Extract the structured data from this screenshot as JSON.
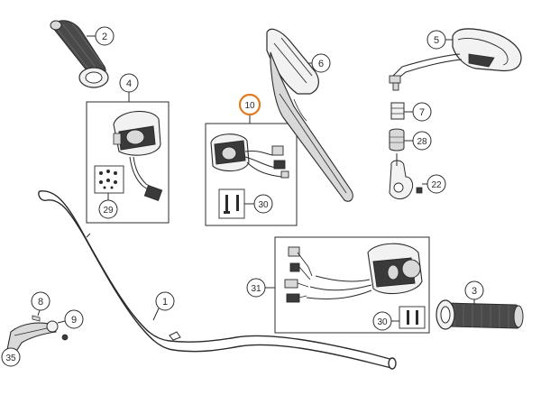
{
  "colors": {
    "line": "#2b2b2b",
    "fill_light": "#f2f2f2",
    "fill_mid": "#d9d9d9",
    "fill_dark": "#3a3a3a",
    "grip": "#4a4a4a",
    "highlight": "#e07a1f",
    "bubble_fill": "#ffffff"
  },
  "callouts": {
    "c1": "1",
    "c2": "2",
    "c3": "3",
    "c4": "4",
    "c5": "5",
    "c6": "6",
    "c7": "7",
    "c8": "8",
    "c9": "9",
    "c10": "10",
    "c22": "22",
    "c28": "28",
    "c29": "29",
    "c30a": "30",
    "c30b": "30",
    "c31": "31",
    "c35": "35"
  },
  "parts": {
    "handlebar": "handlebar",
    "left_grip": "grip-left",
    "right_grip": "grip-right",
    "left_switch": "switch-left",
    "start_switch_kit": "switch-kit",
    "right_switch_kit": "switch-right",
    "handguard": "handguard",
    "mirror": "mirror",
    "clutch_lever": "clutch-lever"
  }
}
